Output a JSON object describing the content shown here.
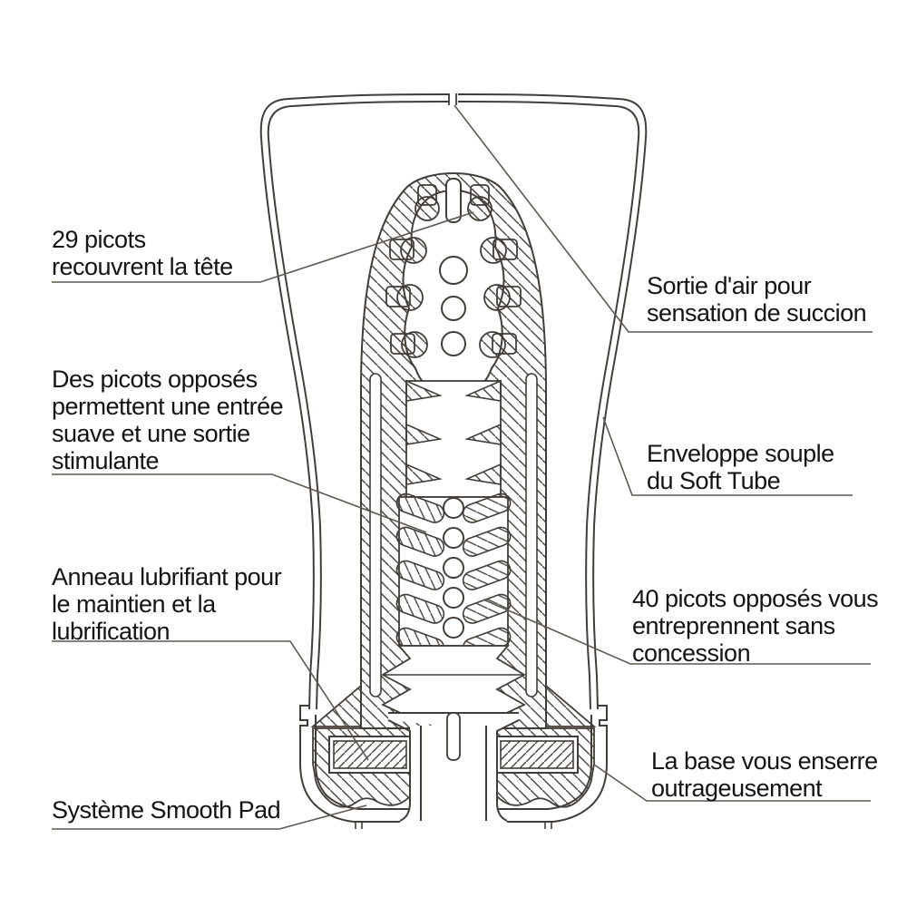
{
  "diagram": {
    "labels": {
      "head_picots": "29 picots\nrecouvrent la tête",
      "air_outlet": "Sortie d'air pour\nsensation de succion",
      "opposed_picots_entry": "Des picots opposés\npermettent une entrée\nsuave et une sortie\nstimulante",
      "soft_tube": "Enveloppe souple\ndu Soft Tube",
      "lubricant_ring": "Anneau lubrifiant pour\nle maintien et la\nlubrification",
      "forty_picots": "40 picots opposés vous\nentreprennent sans\nconcession",
      "base_grip": "La base vous enserre\noutrageusement",
      "smooth_pad": "Système Smooth Pad"
    },
    "colors": {
      "background": "#ffffff",
      "line": "#423d38",
      "leader": "#5d5851",
      "text": "#141414"
    }
  }
}
